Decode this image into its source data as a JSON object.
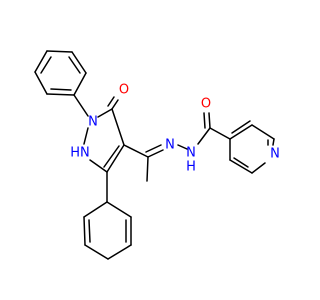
{
  "molecule": {
    "atom_colors": {
      "O": "#ff0000",
      "N": "#0000ff",
      "C": "#000000"
    },
    "labels": {
      "ring_oxygen": "O",
      "n1": "N",
      "n2_h": "HN",
      "hydrazone_n1": "N",
      "hydrazone_nh": "N",
      "hydrazone_h": "H",
      "amide_oxygen": "O",
      "pyridine_n": "N"
    }
  }
}
